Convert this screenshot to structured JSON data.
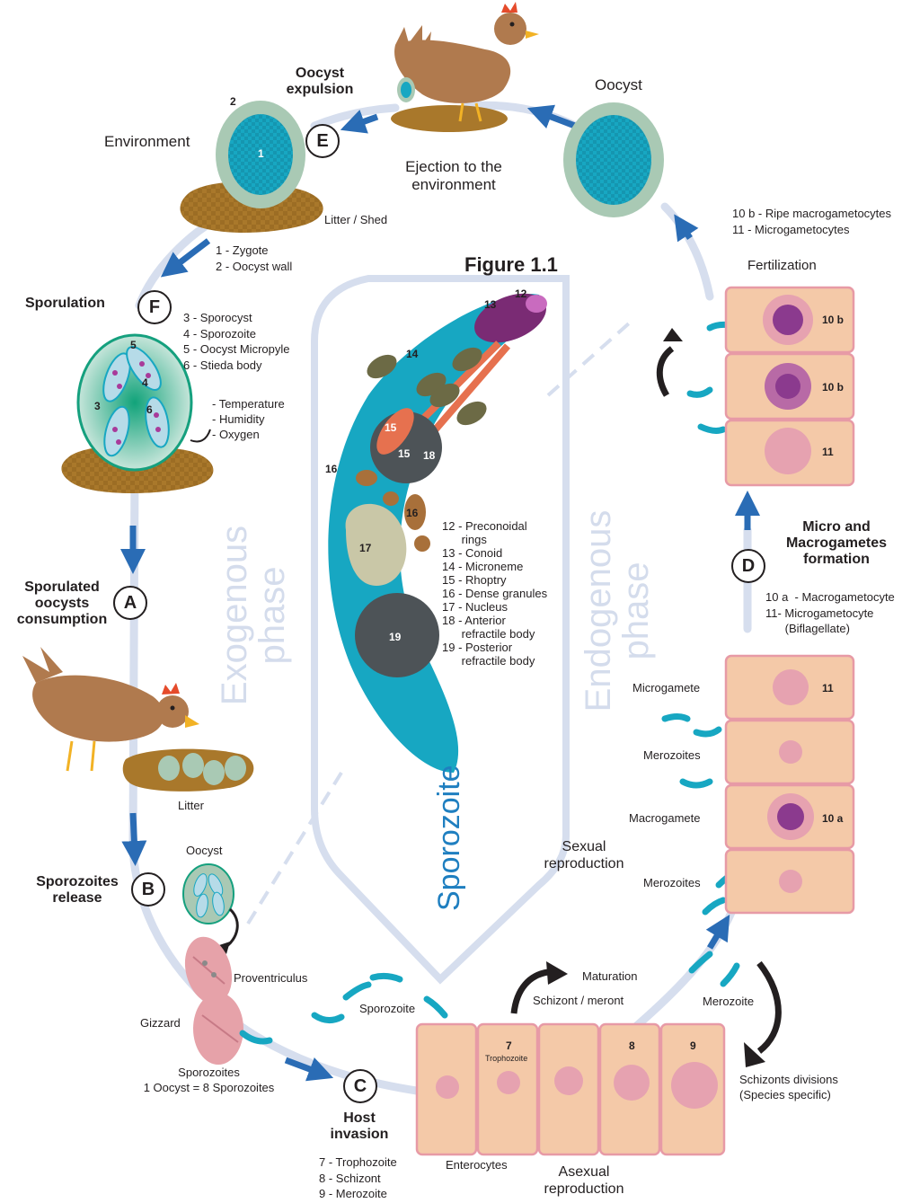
{
  "figure_title": "Figure 1.1",
  "phases": {
    "exogenous": "Exogenous\nphase",
    "endogenous": "Endogenous\nphase",
    "sporozoite": "Sporozoite"
  },
  "steps": {
    "A": {
      "letter": "A",
      "label": "Sporulated\noocysts\nconsumption"
    },
    "B": {
      "letter": "B",
      "label": "Sporozoites\nrelease"
    },
    "C": {
      "letter": "C",
      "label": "Host\ninvasion"
    },
    "D": {
      "letter": "D",
      "label": "Micro and\nMacrogametes\nformation"
    },
    "E": {
      "letter": "E",
      "label": "Oocyst\nexpulsion"
    },
    "F": {
      "letter": "F",
      "label": "Sporulation"
    }
  },
  "labels": {
    "environment": "Environment",
    "litter_shed": "Litter / Shed",
    "ejection": "Ejection to the\nenvironment",
    "oocyst_top": "Oocyst",
    "fertilization": "Fertilization",
    "litter": "Litter",
    "oocyst_small": "Oocyst",
    "proventriculus": "Proventriculus",
    "gizzard": "Gizzard",
    "sporozoites_note": "Sporozoites\n1 Oocyst = 8 Sporozoites",
    "sporozoite_path": "Sporozoite",
    "enterocytes": "Enterocytes",
    "asexual": "Asexual\nreproduction",
    "maturation": "Maturation",
    "schizont_meront": "Schizont / meront",
    "merozoite": "Merozoite",
    "schizont_divisions": "Schizonts divisions\n(Species specific)",
    "sexual": "Sexual\nreproduction",
    "microgamete": "Microgamete",
    "merozoites_1": "Merozoites",
    "macrogamete": "Macrogamete",
    "merozoites_2": "Merozoites",
    "trophozoite": "Trophozoite",
    "conditions": "- Temperature\n- Humidity\n- Oxygen"
  },
  "legends": {
    "oocyst": "1 - Zygote\n2 - Oocyst wall",
    "sporulation": "3 - Sporocyst\n4 - Sporozoite\n5 - Oocyst Micropyle\n6 - Stieda body",
    "sporozoite": "12 - Preconoidal\n      rings\n13 - Conoid\n14 - Microneme\n15 - Rhoptry\n16 - Dense granules\n17 - Nucleus\n18 - Anterior\n      refractile body\n19 - Posterior\n      refractile body",
    "host": "7 - Trophozoite\n8 - Schizont\n9 - Merozoite",
    "gametes": "10 a  - Macrogametocyte\n11- Microgametocyte\n      (Biflagellate)",
    "fertilization": "10 b - Ripe macrogametocytes\n11 - Microgametocytes"
  },
  "numbers": {
    "n1": "1",
    "n2": "2",
    "n3": "3",
    "n4": "4",
    "n5": "5",
    "n6": "6",
    "n7": "7",
    "n8": "8",
    "n9": "9",
    "n10a": "10 a",
    "n10b_1": "10 b",
    "n10b_2": "10 b",
    "n11_top": "11",
    "n11_mid": "11",
    "n12": "12",
    "n13": "13",
    "n14": "14",
    "n15a": "15",
    "n15b": "15",
    "n16a": "16",
    "n16b": "16",
    "n17": "17",
    "n18": "18",
    "n19": "19"
  },
  "colors": {
    "cycle": "#d6deee",
    "arrow": "#2a6cb5",
    "teal": "#1aa6c0",
    "oocyst_wall": "#a9c9b4",
    "litter": "#a9782b",
    "chicken": "#b07a4e",
    "cell": "#f4c9a8",
    "cell_border": "#e79aa6",
    "nucleus": "#8b3a8e",
    "organ": "#e6a2a9",
    "dark": "#4d5357"
  }
}
